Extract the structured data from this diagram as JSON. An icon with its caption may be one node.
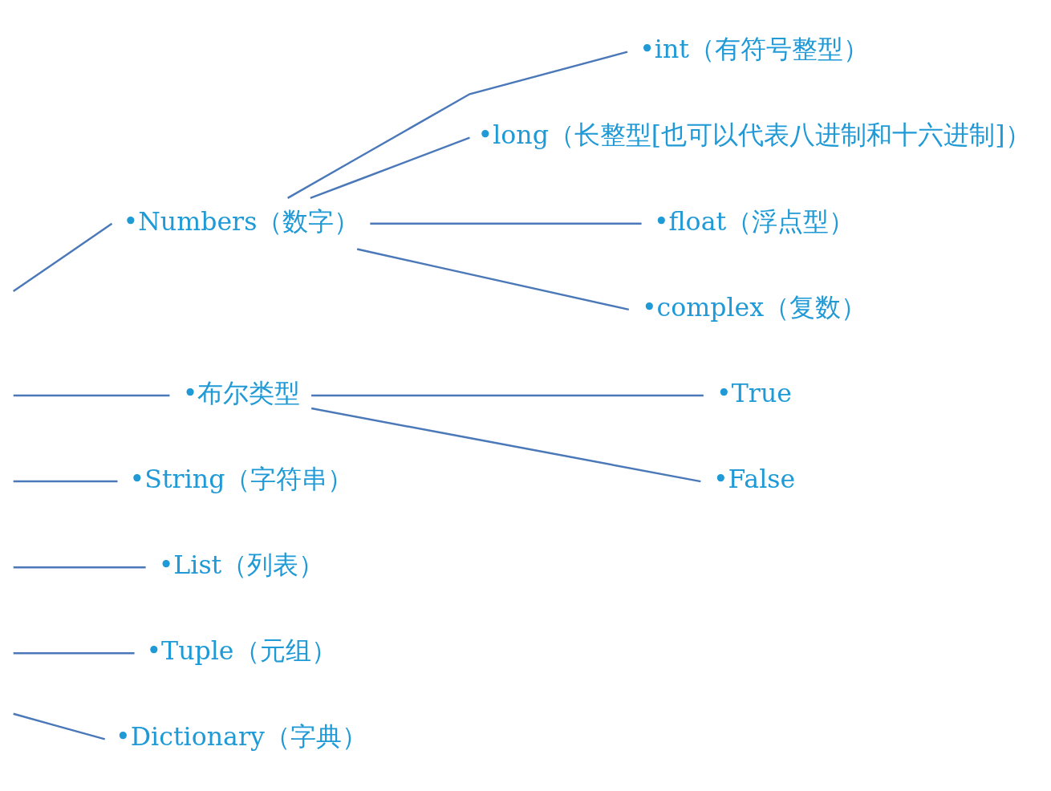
{
  "diagram": {
    "nodes": [
      {
        "text": [
          "•Numbers（数字）"
        ]
      },
      {
        "text": [
          "•int（有符号整型）"
        ]
      },
      {
        "text": [
          "•long（长整型[也可以代表八进制和十六进制]）"
        ]
      },
      {
        "text": [
          "•float（浮点型）"
        ]
      },
      {
        "text": [
          "•complex（复数）"
        ]
      },
      {
        "text": [
          "•布尔类型"
        ]
      },
      {
        "text": [
          "•True"
        ]
      },
      {
        "text": [
          "•False"
        ]
      },
      {
        "text": [
          "•String（字符串）"
        ]
      },
      {
        "text": [
          "•List（列表）"
        ]
      },
      {
        "text": [
          "•Tuple（元组）"
        ]
      },
      {
        "text": [
          "•Dictionary（字典）"
        ]
      }
    ],
    "edges": [
      {
        "from": null,
        "to": 0,
        "arrow": "none"
      },
      {
        "from": null,
        "to": 5,
        "arrow": "none"
      },
      {
        "from": null,
        "to": 8,
        "arrow": "none"
      },
      {
        "from": null,
        "to": 9,
        "arrow": "none"
      },
      {
        "from": null,
        "to": 10,
        "arrow": "none"
      },
      {
        "from": null,
        "to": 11,
        "arrow": "none"
      },
      {
        "from": 0,
        "to": 1,
        "arrow": "none"
      },
      {
        "from": 0,
        "to": 2,
        "arrow": "none"
      },
      {
        "from": 0,
        "to": 3,
        "arrow": "none"
      },
      {
        "from": 0,
        "to": 4,
        "arrow": "none"
      },
      {
        "from": 5,
        "to": 6,
        "arrow": "none"
      },
      {
        "from": 5,
        "to": 7,
        "arrow": "none"
      }
    ]
  }
}
